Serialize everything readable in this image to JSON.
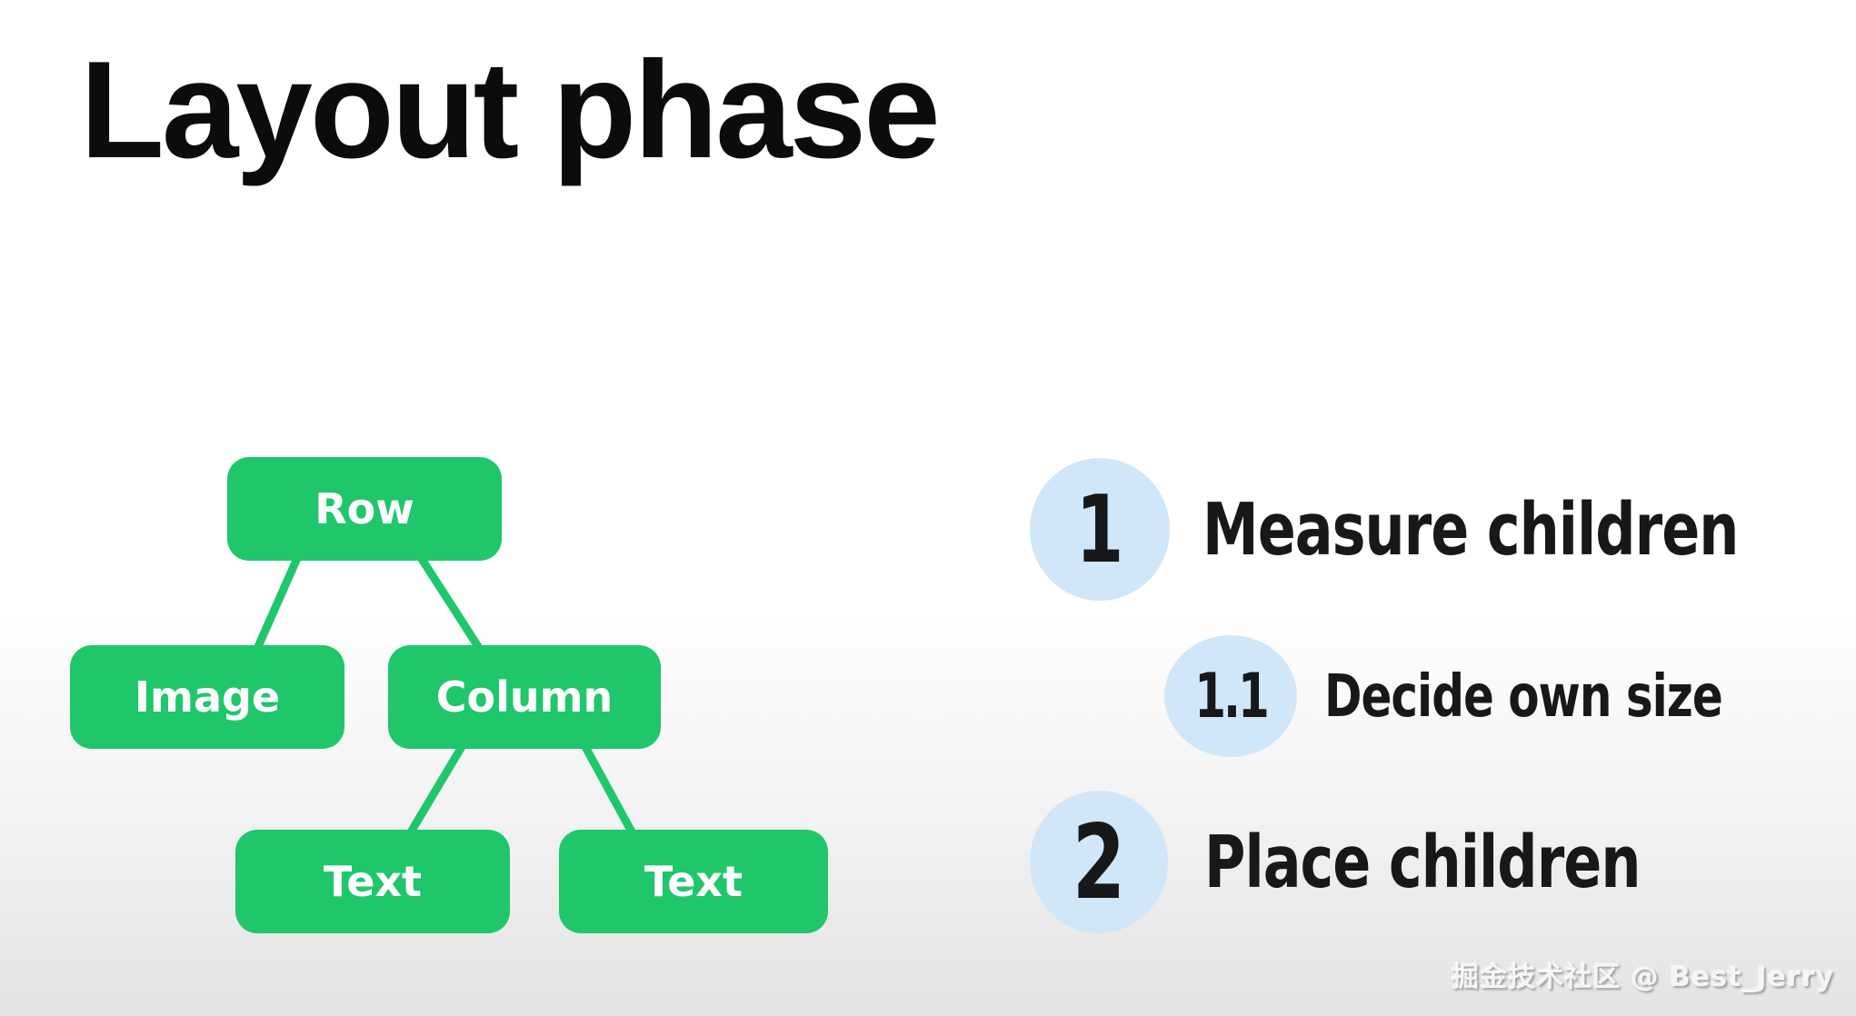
{
  "slide": {
    "title": "Layout phase",
    "background_top": "#ffffff",
    "background_bottom": "#e3e3e3"
  },
  "tree": {
    "node_color": "#1fc76a",
    "node_text_color": "#ffffff",
    "nodes": [
      {
        "id": "row",
        "label": "Row"
      },
      {
        "id": "image",
        "label": "Image"
      },
      {
        "id": "column",
        "label": "Column"
      },
      {
        "id": "text-left",
        "label": "Text"
      },
      {
        "id": "text-right",
        "label": "Text"
      }
    ],
    "edges": [
      {
        "from": "row",
        "to": "image"
      },
      {
        "from": "row",
        "to": "column"
      },
      {
        "from": "column",
        "to": "text-left"
      },
      {
        "from": "column",
        "to": "text-right"
      }
    ]
  },
  "steps": {
    "badge_color": "#cfe7f8",
    "text_color": "#17181a",
    "items": [
      {
        "number": "1",
        "label": "Measure children"
      },
      {
        "number": "1.1",
        "label": "Decide own size"
      },
      {
        "number": "2",
        "label": "Place children"
      }
    ]
  },
  "watermark": "掘金技术社区 @ Best_Jerry"
}
